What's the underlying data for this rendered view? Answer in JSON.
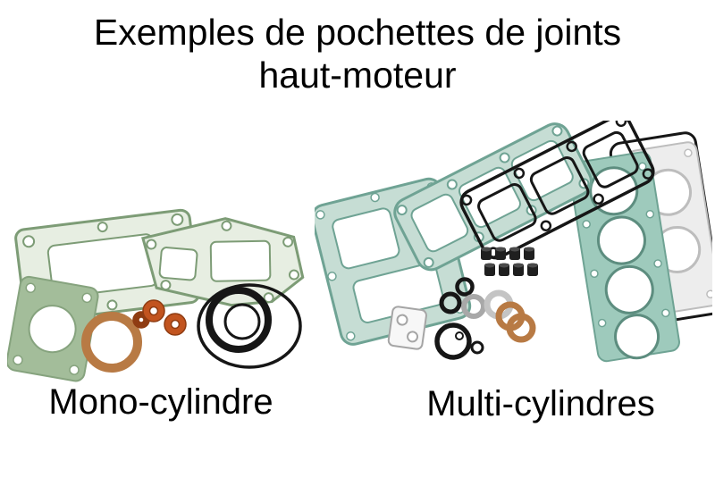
{
  "title": {
    "line1": "Exemples de pochettes de joints",
    "line2": "haut-moteur"
  },
  "figures": {
    "mono": {
      "caption": "Mono-cylindre",
      "parts": [
        "cylinder-base-gasket-outline",
        "rocker-cover-gasket-outline",
        "solid-green-gasket",
        "copper-ring",
        "orange-grommets",
        "black-o-rings"
      ]
    },
    "multi": {
      "caption": "Multi-cylindres",
      "parts": [
        "crankcase-gasket",
        "valve-cover-gasket-teal",
        "valve-cover-gasket-black",
        "head-gasket-4-bores",
        "gray-backing-gasket",
        "valve-stem-seals",
        "copper-washers",
        "black-o-rings",
        "small-white-gasket"
      ]
    }
  },
  "colors": {
    "paper": "#ffffff",
    "ink": "#000000",
    "gasket_green_line": "#7d9c76",
    "gasket_green_fill": "#e7eee2",
    "gasket_green_solid": "#a3bd9a",
    "gasket_teal_line": "#6fa394",
    "gasket_teal_fill": "#c6ddd4",
    "gasket_teal_solid": "#9ecabc",
    "rubber_black": "#161616",
    "copper": "#b87a44",
    "orange": "#c2541f",
    "metal_gray": "#c4c4c4"
  }
}
